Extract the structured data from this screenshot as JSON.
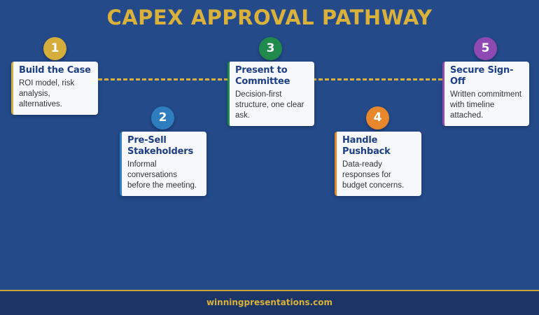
{
  "header": {
    "title": "CAPEX APPROVAL PATHWAY"
  },
  "colors": {
    "background": "#244a8a",
    "accent_gold": "#d9b13b",
    "footer_background": "#1b3566",
    "card_title": "#1c3f86"
  },
  "steps": [
    {
      "number": "1",
      "title": "Build the Case",
      "description": "ROI model, risk analysis, alternatives.",
      "color": "#d4ad3a"
    },
    {
      "number": "2",
      "title": "Pre-Sell Stakeholders",
      "description": "Informal conversations before the meeting.",
      "color": "#2e7dbf"
    },
    {
      "number": "3",
      "title": "Present to Committee",
      "description": "Decision-first structure, one clear ask.",
      "color": "#1f8a4c"
    },
    {
      "number": "4",
      "title": "Handle Pushback",
      "description": "Data-ready responses for budget concerns.",
      "color": "#e8862b"
    },
    {
      "number": "5",
      "title": "Secure Sign-Off",
      "description": "Written commitment with timeline attached.",
      "color": "#8e4ab2"
    }
  ],
  "footer": {
    "text": "winningpresentations.com"
  }
}
